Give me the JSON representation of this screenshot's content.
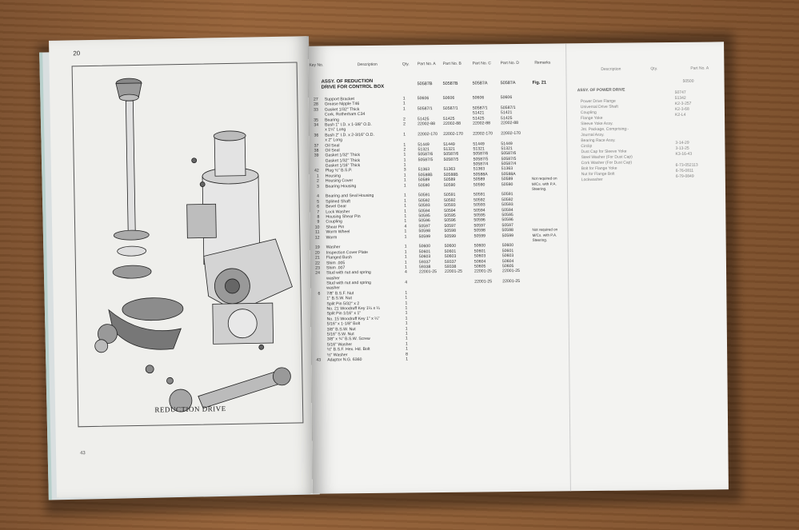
{
  "left_page": {
    "page_number": "20",
    "caption": "REDUCTION DRIVE",
    "footer": "43"
  },
  "right_page": {
    "headers": {
      "key": "Key No.",
      "description": "Description",
      "qty": "Qty.",
      "part_a": "Part No. A",
      "part_b": "Part No. B",
      "part_c": "Part No. C",
      "part_d": "Part No. D",
      "remarks": "Remarks"
    },
    "assembly": {
      "title_line1": "ASSY. OF REDUCTION",
      "title_line2": "DRIVE FOR CONTROL BOX",
      "a": "50587B",
      "b": "50587B",
      "c": "50587A",
      "d": "50587A",
      "remark": "Fig. 21"
    },
    "rows": [
      {
        "key": "27",
        "desc": "Support Bracket",
        "qty": "1",
        "a": "50606",
        "b": "50606",
        "c": "50606",
        "d": "50606",
        "rem": ""
      },
      {
        "key": "28",
        "desc": "Grease Nipple T46",
        "qty": "1",
        "a": "",
        "b": "",
        "c": "",
        "d": "",
        "rem": ""
      },
      {
        "key": "33",
        "desc": "Gasket 1/32\" Thick",
        "qty": "1",
        "a": "50587/1",
        "b": "50587/1",
        "c": "50587/1",
        "d": "50587/1",
        "rem": ""
      },
      {
        "key": "",
        "desc": "Cork, Rotherham C34",
        "qty": "",
        "a": "",
        "b": "",
        "c": "51421",
        "d": "51421",
        "rem": ""
      },
      {
        "key": "35",
        "desc": "Bearing",
        "qty": "2",
        "a": "51425",
        "b": "51425",
        "c": "51425",
        "d": "51425",
        "rem": ""
      },
      {
        "key": "34",
        "desc": "Bush 1\" I.D. x 1-3/8\" O.D.",
        "qty": "2",
        "a": "22002-88",
        "b": "22002-88",
        "c": "22002-88",
        "d": "22002-88",
        "rem": ""
      },
      {
        "key": "",
        "desc": "x 1¼\" Long",
        "qty": "",
        "a": "",
        "b": "",
        "c": "",
        "d": "",
        "rem": ""
      },
      {
        "key": "36",
        "desc": "Bush 2\" I.D. x 2-3/16\" O.D.",
        "qty": "1",
        "a": "22002-170",
        "b": "22002-170",
        "c": "22002-170",
        "d": "22002-170",
        "rem": ""
      },
      {
        "key": "",
        "desc": "x 2\" Long",
        "qty": "",
        "a": "",
        "b": "",
        "c": "",
        "d": "",
        "rem": ""
      },
      {
        "key": "37",
        "desc": "Oil Seal",
        "qty": "1",
        "a": "51449",
        "b": "51449",
        "c": "51449",
        "d": "51449",
        "rem": ""
      },
      {
        "key": "38",
        "desc": "Oil Seal",
        "qty": "2",
        "a": "51321",
        "b": "51321",
        "c": "51321",
        "d": "51321",
        "rem": ""
      },
      {
        "key": "39",
        "desc": "Gasket 1/32\" Thick",
        "qty": "1",
        "a": "50587/6",
        "b": "50587/6",
        "c": "50587/6",
        "d": "50587/6",
        "rem": ""
      },
      {
        "key": "",
        "desc": "Gasket 1/32\" Thick",
        "qty": "1",
        "a": "50587/5",
        "b": "50587/5",
        "c": "50587/5",
        "d": "50587/5",
        "rem": ""
      },
      {
        "key": "",
        "desc": "Gasket 1/16\" Thick",
        "qty": "1",
        "a": "",
        "b": "",
        "c": "50587/4",
        "d": "50587/4",
        "rem": ""
      },
      {
        "key": "42",
        "desc": "Plug ½\" B.S.P.",
        "qty": "3",
        "a": "51363",
        "b": "51363",
        "c": "51363",
        "d": "51363",
        "rem": ""
      },
      {
        "key": "1",
        "desc": "Housing",
        "qty": "1",
        "a": "50588B",
        "b": "50588B",
        "c": "50588A",
        "d": "50588A",
        "rem": ""
      },
      {
        "key": "2",
        "desc": "Housing Cover",
        "qty": "1",
        "a": "50589",
        "b": "50589",
        "c": "50589",
        "d": "50589",
        "rem": "Not required on"
      },
      {
        "key": "3",
        "desc": "Bearing Housing",
        "qty": "1",
        "a": "50590",
        "b": "50590",
        "c": "50590",
        "d": "50590",
        "rem": "M/Cs. with P.A."
      },
      {
        "key": "",
        "desc": "",
        "qty": "",
        "a": "",
        "b": "",
        "c": "",
        "d": "",
        "rem": "Steering."
      },
      {
        "key": "4",
        "desc": "Bearing and Seal Housing",
        "qty": "1",
        "a": "50591",
        "b": "50591",
        "c": "50591",
        "d": "50591",
        "rem": ""
      },
      {
        "key": "5",
        "desc": "Splined Shaft",
        "qty": "1",
        "a": "50592",
        "b": "50592",
        "c": "50592",
        "d": "50592",
        "rem": ""
      },
      {
        "key": "6",
        "desc": "Bevel Gear",
        "qty": "1",
        "a": "50593",
        "b": "50593",
        "c": "50593",
        "d": "50593",
        "rem": ""
      },
      {
        "key": "7",
        "desc": "Lock Washer",
        "qty": "1",
        "a": "50594",
        "b": "50594",
        "c": "50594",
        "d": "50594",
        "rem": ""
      },
      {
        "key": "8",
        "desc": "Housing Shear Pin",
        "qty": "1",
        "a": "50595",
        "b": "50595",
        "c": "50595",
        "d": "50595",
        "rem": ""
      },
      {
        "key": "9",
        "desc": "Coupling",
        "qty": "1",
        "a": "50596",
        "b": "50596",
        "c": "50596",
        "d": "50596",
        "rem": ""
      },
      {
        "key": "10",
        "desc": "Shear Pin",
        "qty": "4",
        "a": "50597",
        "b": "50597",
        "c": "50597",
        "d": "50597",
        "rem": ""
      },
      {
        "key": "11",
        "desc": "Worm Wheel",
        "qty": "1",
        "a": "50598",
        "b": "50598",
        "c": "50598",
        "d": "50598",
        "rem": "Not required on"
      },
      {
        "key": "12",
        "desc": "Worm",
        "qty": "1",
        "a": "50599",
        "b": "50599",
        "c": "50599",
        "d": "50599",
        "rem": "M/Cs. with P.A."
      },
      {
        "key": "",
        "desc": "",
        "qty": "",
        "a": "",
        "b": "",
        "c": "",
        "d": "",
        "rem": "Steering."
      },
      {
        "key": "19",
        "desc": "Washer",
        "qty": "1",
        "a": "50600",
        "b": "50600",
        "c": "50600",
        "d": "50600",
        "rem": ""
      },
      {
        "key": "20",
        "desc": "Inspection Cover Plate",
        "qty": "1",
        "a": "50601",
        "b": "50601",
        "c": "50601",
        "d": "50601",
        "rem": ""
      },
      {
        "key": "21",
        "desc": "Flanged Bush",
        "qty": "1",
        "a": "50603",
        "b": "50603",
        "c": "50603",
        "d": "50603",
        "rem": ""
      },
      {
        "key": "22",
        "desc": "Shim .005",
        "qty": "1",
        "a": "59337",
        "b": "59337",
        "c": "50604",
        "d": "50604",
        "rem": ""
      },
      {
        "key": "23",
        "desc": "Shim .007",
        "qty": "1",
        "a": "59338",
        "b": "59338",
        "c": "50605",
        "d": "50605",
        "rem": ""
      },
      {
        "key": "24",
        "desc": "Stud with nut and spring",
        "qty": "4",
        "a": "22001-25",
        "b": "22001-25",
        "c": "22001-25",
        "d": "22001-25",
        "rem": ""
      },
      {
        "key": "",
        "desc": "washer",
        "qty": "",
        "a": "",
        "b": "",
        "c": "",
        "d": "",
        "rem": ""
      },
      {
        "key": "",
        "desc": "Stud with nut and spring",
        "qty": "4",
        "a": "",
        "b": "",
        "c": "22001-25",
        "d": "22001-25",
        "rem": ""
      },
      {
        "key": "",
        "desc": "washer",
        "qty": "",
        "a": "",
        "b": "",
        "c": "",
        "d": "",
        "rem": ""
      },
      {
        "key": "6",
        "desc": "7/8\" B.S.F. Nut",
        "qty": "1",
        "a": "",
        "b": "",
        "c": "",
        "d": "",
        "rem": ""
      },
      {
        "key": "",
        "desc": "1\" B.S.W. Nut",
        "qty": "1",
        "a": "",
        "b": "",
        "c": "",
        "d": "",
        "rem": ""
      },
      {
        "key": "",
        "desc": "Split Pin 5/32\" x 2",
        "qty": "1",
        "a": "",
        "b": "",
        "c": "",
        "d": "",
        "rem": ""
      },
      {
        "key": "",
        "desc": "No. 21 Woodruff Key 1¼ x ¼",
        "qty": "1",
        "a": "",
        "b": "",
        "c": "",
        "d": "",
        "rem": ""
      },
      {
        "key": "",
        "desc": "Split Pin 1/16\" x 1\"",
        "qty": "1",
        "a": "",
        "b": "",
        "c": "",
        "d": "",
        "rem": ""
      },
      {
        "key": "",
        "desc": "No. 15 Woodruff Key 1\" x ¼\"",
        "qty": "1",
        "a": "",
        "b": "",
        "c": "",
        "d": "",
        "rem": ""
      },
      {
        "key": "",
        "desc": "5/16\" x 1-1/8\" Bolt",
        "qty": "1",
        "a": "",
        "b": "",
        "c": "",
        "d": "",
        "rem": ""
      },
      {
        "key": "",
        "desc": "3/8\" B.S.W. Nut",
        "qty": "1",
        "a": "",
        "b": "",
        "c": "",
        "d": "",
        "rem": ""
      },
      {
        "key": "",
        "desc": "5/16\" S.W. Nut",
        "qty": "1",
        "a": "",
        "b": "",
        "c": "",
        "d": "",
        "rem": ""
      },
      {
        "key": "",
        "desc": "3/8\" x ¾\" B.S.W. Screw",
        "qty": "1",
        "a": "",
        "b": "",
        "c": "",
        "d": "",
        "rem": ""
      },
      {
        "key": "",
        "desc": "5/16\" Washer",
        "qty": "1",
        "a": "",
        "b": "",
        "c": "",
        "d": "",
        "rem": ""
      },
      {
        "key": "",
        "desc": "½\" B.S.F. Hex. Hd. Bolt",
        "qty": "1",
        "a": "",
        "b": "",
        "c": "",
        "d": "",
        "rem": ""
      },
      {
        "key": "",
        "desc": "½\" Washer",
        "qty": "8",
        "a": "",
        "b": "",
        "c": "",
        "d": "",
        "rem": ""
      },
      {
        "key": "43",
        "desc": "Adaptor N.G. 6360",
        "qty": "1",
        "a": "",
        "b": "",
        "c": "",
        "d": "",
        "rem": ""
      }
    ]
  },
  "third_page": {
    "headers": {
      "description": "Description",
      "qty": "Qty.",
      "part_a": "Part No. A"
    },
    "title": "ASSY. OF POWER DRIVE",
    "title_part": "50500",
    "lines": [
      "Power Drive Flange",
      "Universal Drive Shaft",
      "Coupling",
      "Flange Yoke",
      "Sleeve Yoke Assy.",
      "Jnt. Package, Comprising:-",
      "Journal Assy.",
      "Bearing Race Assy.",
      "Circlip",
      "Dust Cap for Sleeve Yoke",
      "Steel Washer (For Dust Cap)",
      "Cork Washer (For Dust Cap)",
      "Bolt for Flange Yoke",
      "Nut for Flange Bolt",
      "Lockwasher"
    ],
    "parts": [
      "50747",
      "51342",
      "K2-3-257",
      "K2-3-68",
      "K2-L4",
      "",
      "",
      "",
      "",
      "3-14-29",
      "3-13-25",
      "K3-16-43",
      "",
      "6-73-052113",
      "6-76-0811",
      "6-79-0849"
    ]
  }
}
